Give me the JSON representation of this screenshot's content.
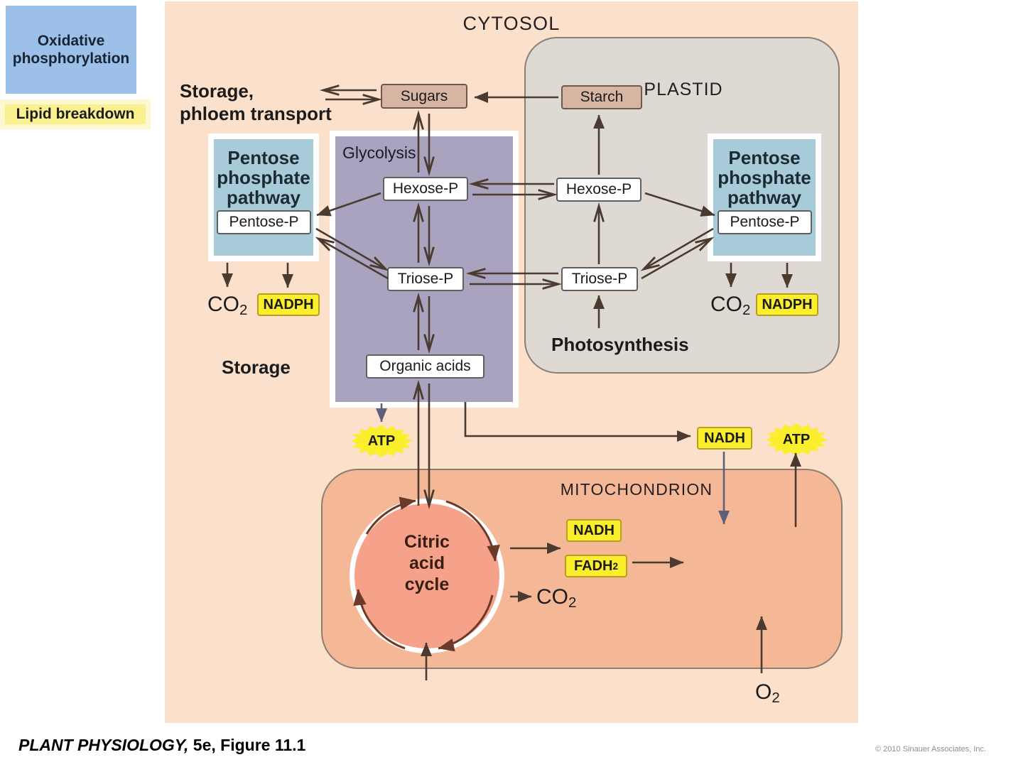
{
  "figure": {
    "footer_title_italic": "PLANT PHYSIOLOGY,",
    "footer_title_rest": " 5e, Figure 11.1",
    "copyright": "© 2010 Sinauer Associates, Inc."
  },
  "compartments": {
    "cytosol": "CYTOSOL",
    "plastid": "PLASTID",
    "mitochondrion": "MITOCHONDRION"
  },
  "panels": {
    "glycolysis": "Glycolysis",
    "ppp_cytosol": "Pentose\nphosphate\npathway",
    "ppp_plastid": "Pentose\nphosphate\npathway",
    "ppp_line1": "Pentose",
    "ppp_line2": "phosphate",
    "ppp_line3": "pathway",
    "oxidative_phosphorylation_line1": "Oxidative",
    "oxidative_phosphorylation_line2": "phosphorylation"
  },
  "metabolites": {
    "sugars": "Sugars",
    "starch": "Starch",
    "hexose_p_cytosol": "Hexose-P",
    "hexose_p_plastid": "Hexose-P",
    "triose_p_cytosol": "Triose-P",
    "triose_p_plastid": "Triose-P",
    "pentose_p_cytosol": "Pentose-P",
    "pentose_p_plastid": "Pentose-P",
    "organic_acids": "Organic acids"
  },
  "labels": {
    "storage_phloem_line1": "Storage,",
    "storage_phloem_line2": "phloem transport",
    "storage": "Storage",
    "photosynthesis": "Photosynthesis",
    "lipid_breakdown": "Lipid breakdown",
    "citric_acid_cycle_line1": "Citric",
    "citric_acid_cycle_line2": "acid",
    "citric_acid_cycle_line3": "cycle"
  },
  "molecules": {
    "co2_cytosol": "CO",
    "co2_cytosol_sub": "2",
    "co2_plastid": "CO",
    "co2_plastid_sub": "2",
    "co2_mito": "CO",
    "co2_mito_sub": "2",
    "o2": "O",
    "o2_sub": "2",
    "nadph_cytosol": "NADPH",
    "nadph_plastid": "NADPH",
    "nadh_cytosol": "NADH",
    "nadh_mito": "NADH",
    "fadh2": "FADH",
    "fadh2_sub": "2",
    "atp_glycolysis": "ATP",
    "atp_oxphos": "ATP"
  },
  "colors": {
    "cytosol_bg": "#fbe0cc",
    "plastid_bg": "#dedad3",
    "mitochondrion_bg": "#f4b896",
    "glycolysis_bg": "#a9a3c0",
    "ppp_bg": "#a7cbd8",
    "oxphos_bg": "#9dc0e8",
    "sugars_bg": "#d6b5a2",
    "starch_bg": "#d6b5a2",
    "energy_yellow": "#fbee2c",
    "citric_cycle_bg": "#f6a28a",
    "arrow_stroke": "#4a3a30"
  }
}
